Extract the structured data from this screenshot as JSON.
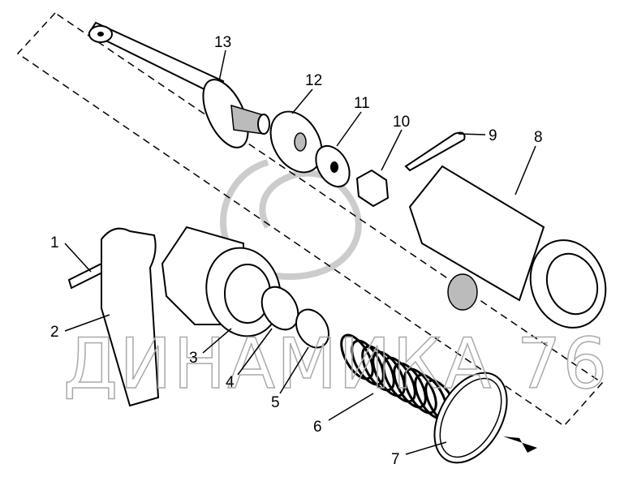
{
  "watermark": "ДИНАМИКА 76",
  "labels": [
    "1",
    "2",
    "3",
    "4",
    "5",
    "6",
    "7",
    "8",
    "9",
    "10",
    "11",
    "12",
    "13"
  ]
}
